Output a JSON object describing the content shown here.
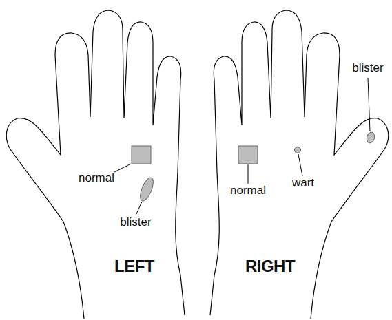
{
  "diagram": {
    "labels": [
      "normal",
      "blister",
      "LEFT",
      "normal",
      "wart",
      "blister",
      "RIGHT"
    ]
  }
}
